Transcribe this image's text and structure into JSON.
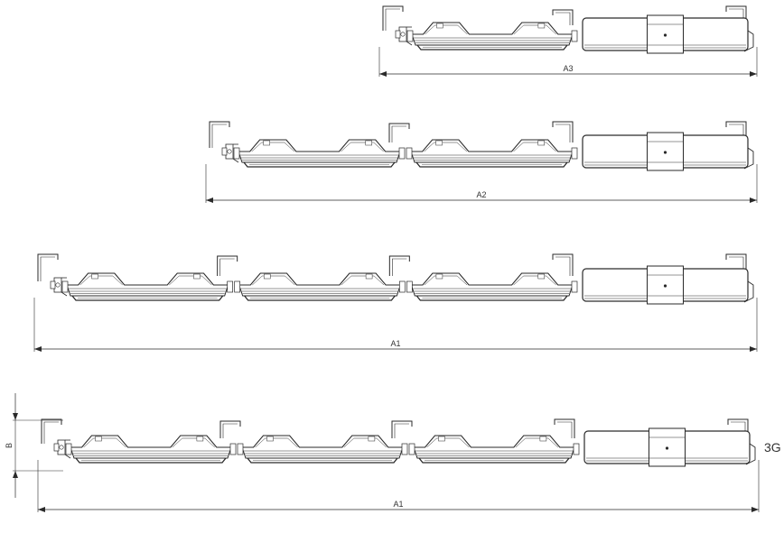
{
  "drawing": {
    "line_color": "#2a2a2a",
    "fill_color": "#ffffff",
    "assemblies": [
      {
        "dimension_label": "A3",
        "lamp_modules": 1,
        "has_height_dimension": false,
        "side_label": ""
      },
      {
        "dimension_label": "A2",
        "lamp_modules": 2,
        "has_height_dimension": false,
        "side_label": ""
      },
      {
        "dimension_label": "A1",
        "lamp_modules": 3,
        "has_height_dimension": false,
        "side_label": ""
      },
      {
        "dimension_label": "A1",
        "lamp_modules": 3,
        "has_height_dimension": true,
        "height_label": "B",
        "side_label": "3G"
      }
    ]
  }
}
